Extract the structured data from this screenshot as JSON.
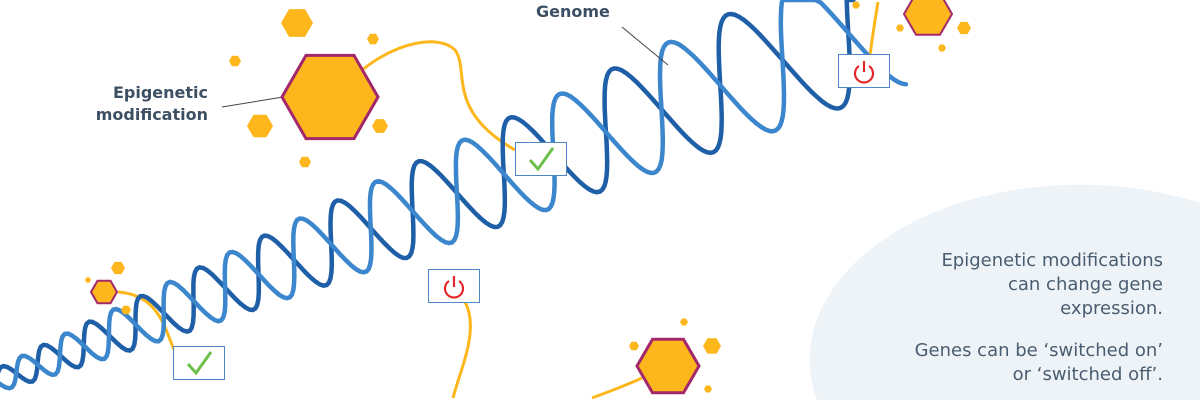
{
  "labels": {
    "genome": "Genome",
    "epigenetic_modification_line1": "Epigenetic",
    "epigenetic_modification_line2": "modification"
  },
  "info": {
    "paragraph1": [
      "Epigenetic modifications",
      "can change gene",
      "expression."
    ],
    "paragraph2": [
      "Genes can be ‘switched on’",
      "or ‘switched off’."
    ]
  },
  "colors": {
    "dna": "#1f5fa8",
    "dna_light": "#3b86cc",
    "hexagon": "#fdb71c",
    "hexagon_border": "#a3276b",
    "check": "#6cc04a",
    "power": "#e3262b",
    "bubble": "#eef3f8"
  },
  "markers": [
    {
      "icon": "check-icon",
      "state": "switched on"
    },
    {
      "icon": "check-icon",
      "state": "switched on"
    },
    {
      "icon": "power-icon",
      "state": "switched off"
    },
    {
      "icon": "power-icon",
      "state": "switched off"
    }
  ]
}
